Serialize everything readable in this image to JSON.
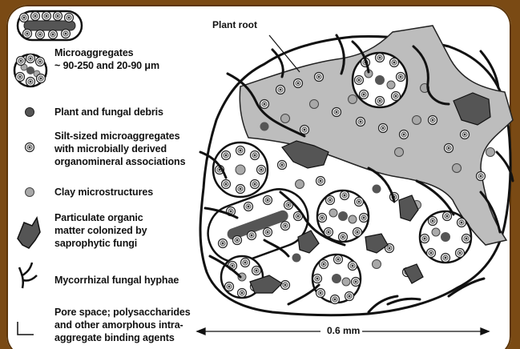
{
  "diagram": {
    "root_label": "Plant root",
    "legend": [
      {
        "id": "microaggregates",
        "text": "Microaggregates\n~ 90-250 and 20-90 μm"
      },
      {
        "id": "debris",
        "text": "Plant and fungal debris"
      },
      {
        "id": "silt",
        "text": "Silt-sized microaggregates\nwith microbially derived\norganomineral associations"
      },
      {
        "id": "clay",
        "text": "Clay microstructures"
      },
      {
        "id": "pom",
        "text": "Particulate organic\nmatter colonized by\nsaprophytic fungi"
      },
      {
        "id": "hyphae",
        "text": "Mycorrhizal fungal hyphae"
      },
      {
        "id": "pore",
        "text": "Pore space; polysaccharides\nand other amorphous intra-\naggregate binding agents"
      }
    ],
    "scale_label": "0.6 mm"
  },
  "colors": {
    "background": "#7a4a14",
    "card": "#ffffff",
    "root": "#bdbdbd",
    "debris": "#555555",
    "clay": "#a8a8a8",
    "hyphae": "#111111"
  }
}
